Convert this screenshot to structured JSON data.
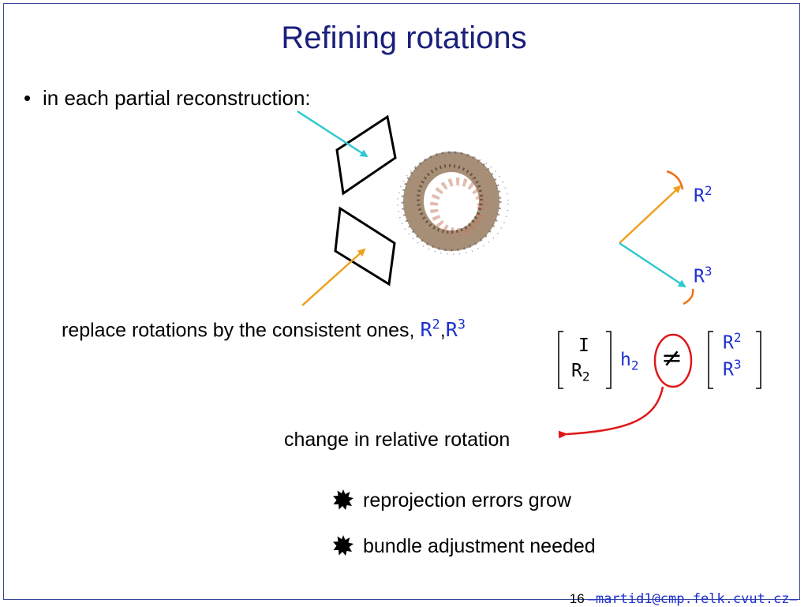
{
  "slide": {
    "title": "Refining rotations",
    "bullet": "in each partial reconstruction:",
    "replace_text": "replace rotations by the consistent ones,",
    "replace_r2": "R",
    "replace_r2_sup": "2",
    "replace_comma": ",",
    "replace_r3": "R",
    "replace_r3_sup": "3",
    "change_text": "change in relative rotation",
    "items": [
      "reprojection errors grow",
      "bundle adjustment needed"
    ],
    "page_number": "16",
    "email": "martid1@cmp.felk.cvut.cz"
  },
  "diagram": {
    "r2_label": "R",
    "r2_sup": "2",
    "r3_label": "R",
    "r3_sup": "3",
    "matrix_left_top": "I",
    "matrix_left_bottom": "R",
    "matrix_left_bottom_sub": "2",
    "h_label": "h",
    "h_sub": "2",
    "neq": "≠",
    "matrix_right_top": "R",
    "matrix_right_top_sup": "2",
    "matrix_right_bottom": "R",
    "matrix_right_bottom_sup": "3"
  },
  "colors": {
    "title": "#1a1f7a",
    "math_blue": "#1c2fd0",
    "cyan_arrow": "#30c8d0",
    "orange_arrow": "#f0a020",
    "red_highlight": "#e01818"
  }
}
